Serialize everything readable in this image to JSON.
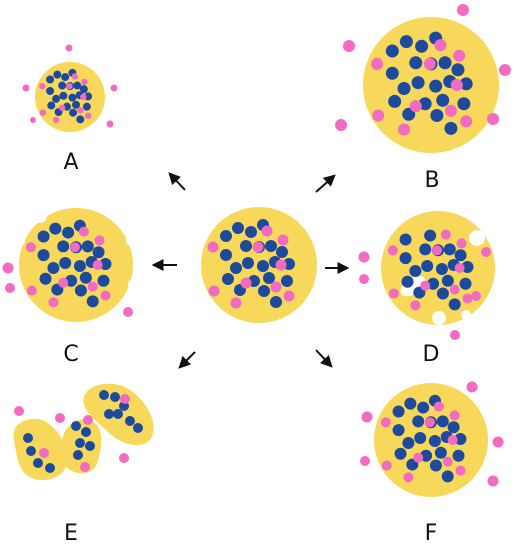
{
  "colors": {
    "cell": "#f8d85a",
    "blue": "#1d4a9c",
    "pink": "#f26bc3",
    "arrow": "#111111",
    "background": "#ffffff"
  },
  "labels": {
    "a": "A",
    "b": "B",
    "c": "C",
    "d": "D",
    "e": "E",
    "f": "F"
  }
}
